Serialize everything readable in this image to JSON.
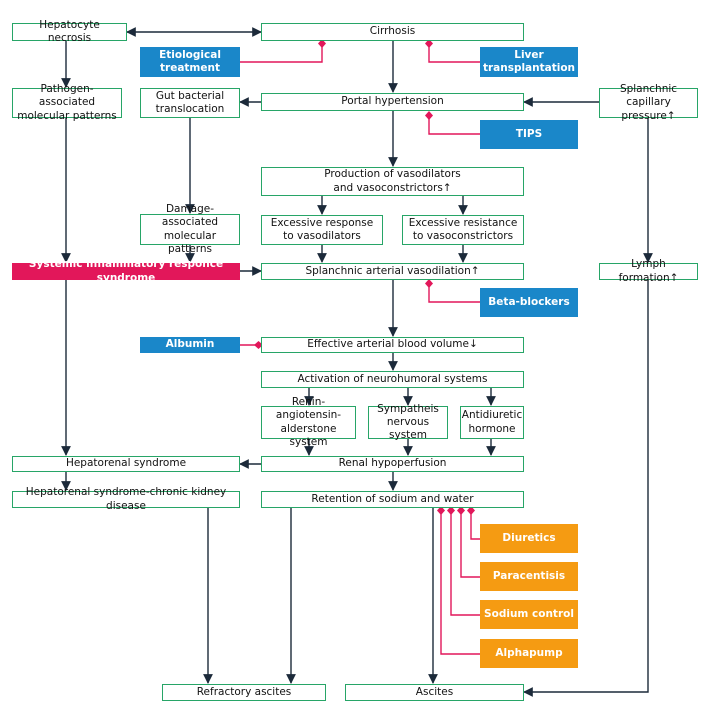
{
  "nodes": {
    "hepatocyte_necrosis": "Hepatocyte necrosis",
    "cirrhosis": "Cirrhosis",
    "pamp": "Pathogen-associated\nmolecular patterns",
    "gut_bacterial": "Gut bacterial\ntranslocation",
    "portal_hypertension": "Portal hypertension",
    "splanchnic_capillary": "Splanchnic capillary\npressure↑",
    "production_vaso": "Production of vasodilators\nand vasoconstrictors↑",
    "damp": "Damage-associated\nmolecular patterns",
    "excessive_response": "Excessive response\nto vasodilators",
    "excessive_resistance": "Excessive resistance\nto vasoconstrictors",
    "sirs": "Systemic inflammatory responce syndrome",
    "splanchnic_vasodilation": "Splanchnic arterial vasodilation↑",
    "lymph_formation": "Lymph formation↑",
    "effective_blood_volume": "Effective arterial blood volume↓",
    "neurohumoral": "Activation of neurohumoral systems",
    "renin": "Renin-angiotensin-\nalderstone system",
    "sympathetic": "Sympatheis\nnervous system",
    "antidiuretic": "Antidiuretic\nhormone",
    "hepatorenal": "Hepatorenal syndrome",
    "renal_hypoperfusion": "Renal hypoperfusion",
    "hrs_ckd": "Hepatorenal syndrome-chronic kidney disease",
    "retention": "Retention of sodium and water",
    "refractory_ascites": "Refractory ascites",
    "ascites": "Ascites"
  },
  "treatments": {
    "etiological": "Etiological\ntreatment",
    "liver_transplant": "Liver\ntransplantation",
    "tips": "TIPS",
    "beta_blockers": "Beta-blockers",
    "albumin": "Albumin",
    "diuretics": "Diuretics",
    "paracentisis": "Paracentisis",
    "sodium_control": "Sodium control",
    "alphapump": "Alphapump"
  },
  "colors": {
    "node_border": "#27a567",
    "arrow": "#1c2a3a",
    "inhibitor_line": "#e2175a",
    "blue_treatment": "#1a87c9",
    "orange_treatment": "#f59b12",
    "sirs_fill": "#e2175a"
  }
}
